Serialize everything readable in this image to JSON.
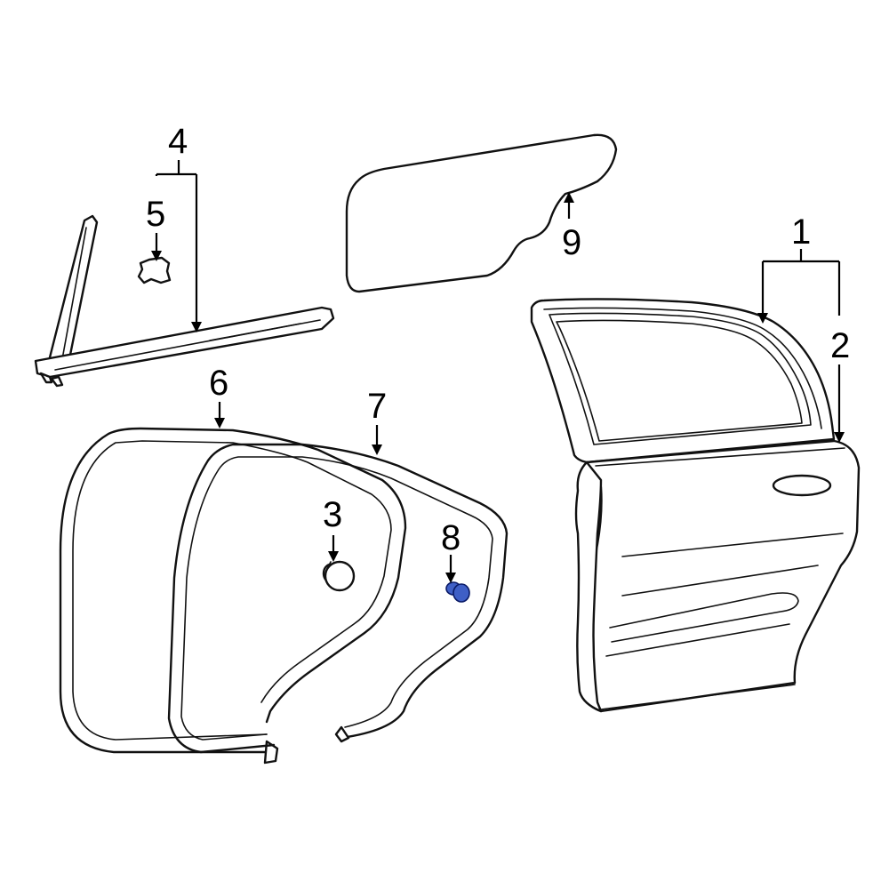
{
  "callouts": {
    "door_shell": "1",
    "door_weatherstrip": "2",
    "plug": "3",
    "run_channel": "4",
    "channel_clip": "5",
    "body_weatherstrip": "6",
    "door_seal": "7",
    "clip_highlighted": "8",
    "glass": "9"
  },
  "colors": {
    "line": "#111111",
    "background": "#ffffff",
    "highlight_fill": "#3f5fc6",
    "highlight_stroke": "#0a1a66"
  }
}
